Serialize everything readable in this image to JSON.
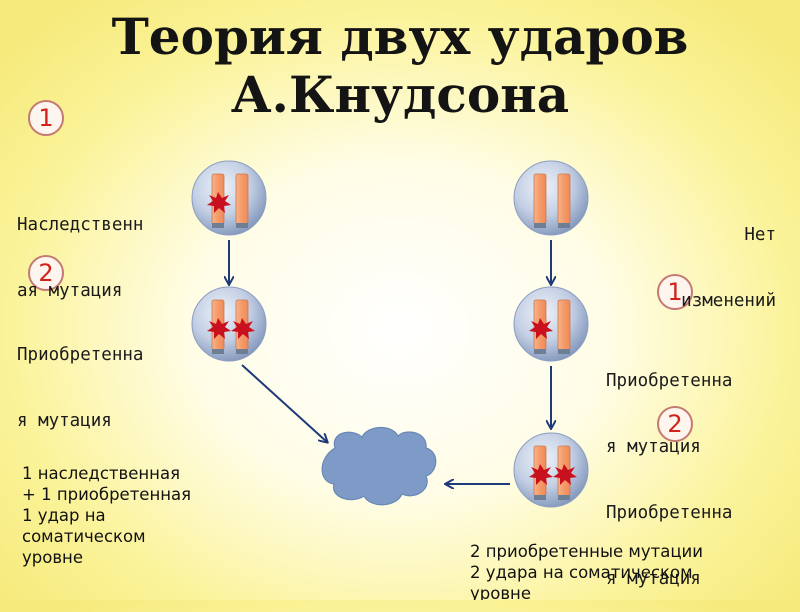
{
  "title": {
    "line1": "Теория двух ударов",
    "line2": "А.Кнудсона"
  },
  "left": {
    "step1_number": "1",
    "step1_label_line1": "Наследственн",
    "step1_label_line2": "ая мутация",
    "step2_number": "2",
    "step2_label_line1": "Приобретенна",
    "step2_label_line2": "я мутация",
    "result_lines": [
      "1 наследственная",
      "+ 1 приобретенная",
      "1 удар на",
      "соматическом",
      "уровне"
    ]
  },
  "right": {
    "start_label_line1": "Нет",
    "start_label_line2": "изменений",
    "step1_number": "1",
    "step1_label_line1": "Приобретенна",
    "step1_label_line2": "я мутация",
    "step2_number": "2",
    "step2_label_line1": "Приобретенна",
    "step2_label_line2": "я мутация",
    "result_lines": [
      "2 приобретенные мутации",
      "2 удара на соматическом",
      "уровне"
    ]
  },
  "colors": {
    "arrow": "#1f3a78",
    "chromosome": "#f5a878",
    "mutation": "#c8101e",
    "cell": "#a9bbd8",
    "tumor": "#7e9bc7"
  }
}
